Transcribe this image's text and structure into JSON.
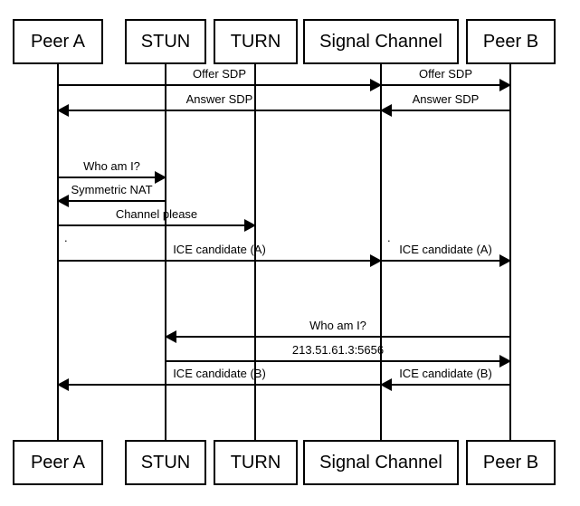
{
  "participants": [
    {
      "id": "peer-a",
      "label": "Peer A"
    },
    {
      "id": "stun",
      "label": "STUN"
    },
    {
      "id": "turn",
      "label": "TURN"
    },
    {
      "id": "signal-channel",
      "label": "Signal Channel"
    },
    {
      "id": "peer-b",
      "label": "Peer B"
    }
  ],
  "messages": [
    {
      "label": "Offer SDP",
      "from": "Peer A",
      "to": "Signal Channel",
      "direction": "right"
    },
    {
      "label": "Offer SDP",
      "from": "Signal Channel",
      "to": "Peer B",
      "direction": "right"
    },
    {
      "label": "Answer SDP",
      "from": "Peer B",
      "to": "Signal Channel",
      "direction": "left"
    },
    {
      "label": "Answer SDP",
      "from": "Signal Channel",
      "to": "Peer A",
      "direction": "left"
    },
    {
      "label": "Who am I?",
      "from": "Peer A",
      "to": "STUN",
      "direction": "right"
    },
    {
      "label": "Symmetric NAT",
      "from": "STUN",
      "to": "Peer A",
      "direction": "left"
    },
    {
      "label": "Channel please",
      "from": "Peer A",
      "to": "TURN",
      "direction": "right"
    },
    {
      "label": "ICE candidate (A)",
      "from": "Peer A",
      "to": "Signal Channel",
      "direction": "right"
    },
    {
      "label": "ICE candidate (A)",
      "from": "Signal Channel",
      "to": "Peer B",
      "direction": "right"
    },
    {
      "label": "Who am I?",
      "from": "Peer B",
      "to": "STUN",
      "direction": "left"
    },
    {
      "label": "213.51.61.3:5656",
      "from": "STUN",
      "to": "Peer B",
      "direction": "right"
    },
    {
      "label": "ICE candidate (B)",
      "from": "Peer B",
      "to": "Signal Channel",
      "direction": "left"
    },
    {
      "label": "ICE candidate (B)",
      "from": "Signal Channel",
      "to": "Peer A",
      "direction": "left"
    }
  ],
  "dots": [
    ".",
    "."
  ],
  "colors": {
    "line": "#000000",
    "background": "#ffffff"
  }
}
